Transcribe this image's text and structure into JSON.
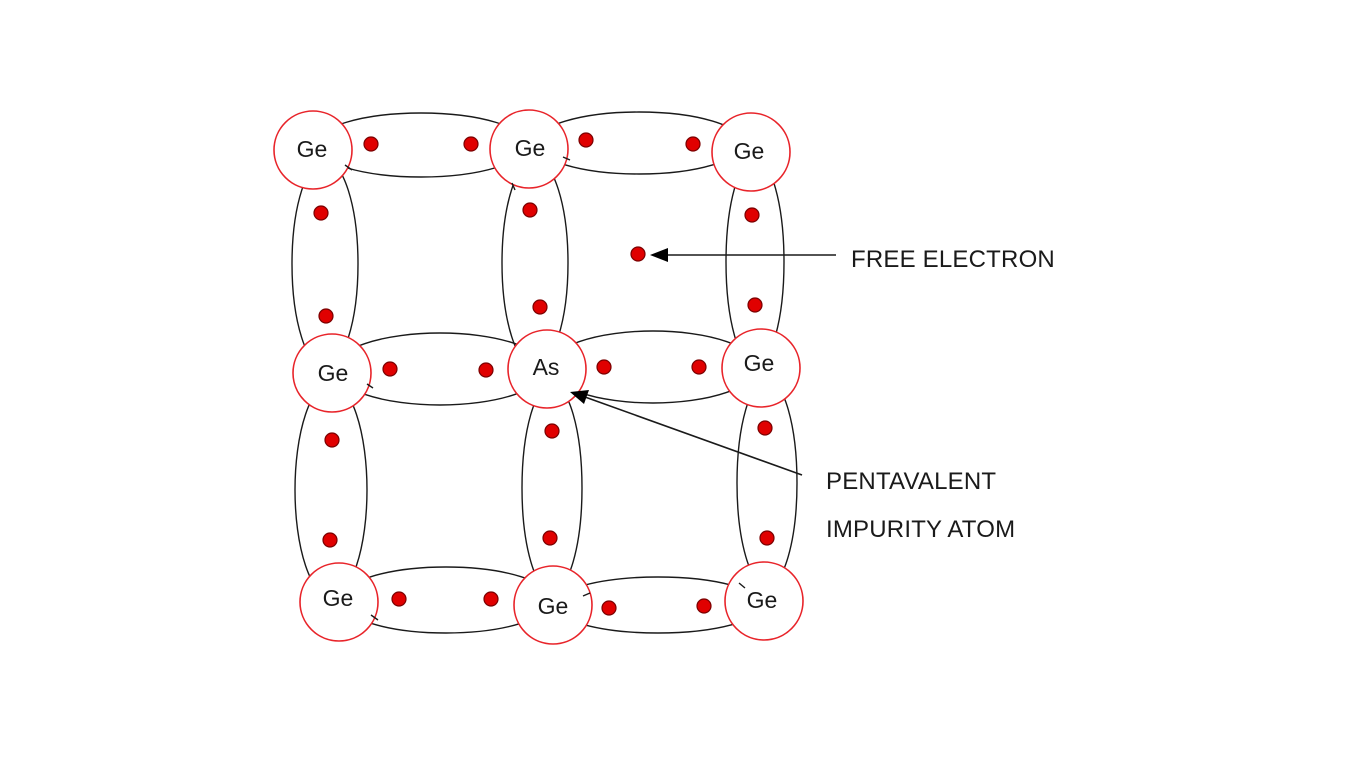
{
  "diagram": {
    "bond_color": "#1a1a1a",
    "atom_outline_color": "#e8242a",
    "electron_color": "#e00000",
    "atoms": [
      {
        "id": "r0c0",
        "label": "Ge"
      },
      {
        "id": "r0c1",
        "label": "Ge"
      },
      {
        "id": "r0c2",
        "label": "Ge"
      },
      {
        "id": "r1c0",
        "label": "Ge"
      },
      {
        "id": "r1c1",
        "label": "As"
      },
      {
        "id": "r1c2",
        "label": "Ge"
      },
      {
        "id": "r2c0",
        "label": "Ge"
      },
      {
        "id": "r2c1",
        "label": "Ge"
      },
      {
        "id": "r2c2",
        "label": "Ge"
      }
    ],
    "callouts": {
      "free_electron": "FREE ELECTRON",
      "impurity_line1": "PENTAVALENT",
      "impurity_line2": "IMPURITY ATOM"
    }
  }
}
